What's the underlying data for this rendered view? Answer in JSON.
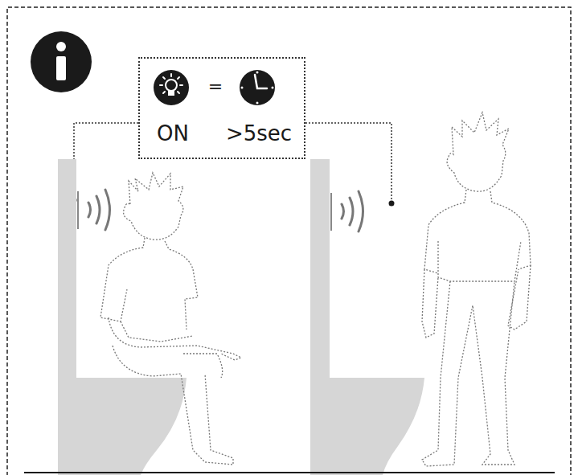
{
  "diagram": {
    "nodes": [
      {
        "text": [
          "ON",
          "=",
          ">5sec"
        ]
      }
    ]
  }
}
